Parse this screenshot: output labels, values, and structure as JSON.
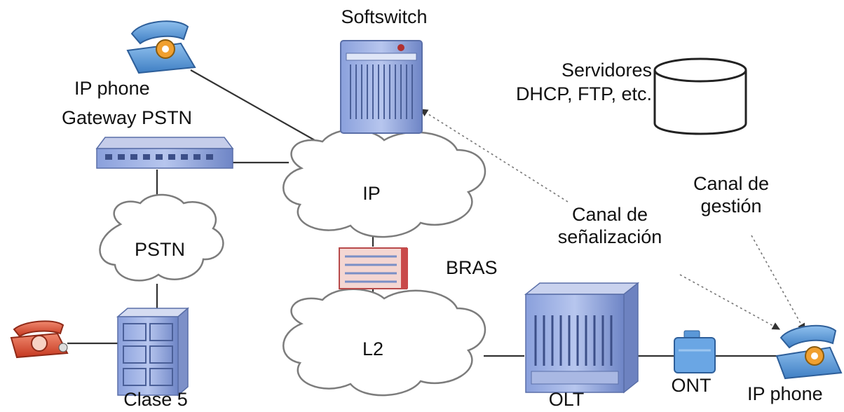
{
  "labels": {
    "softswitch": "Softswitch",
    "servers_line1": "Servidores",
    "servers_line2": "DHCP, FTP, etc.",
    "ip_phone_top": "IP phone",
    "gateway": "Gateway PSTN",
    "ip_cloud": "IP",
    "pstn_cloud": "PSTN",
    "bras": "BRAS",
    "l2_cloud": "L2",
    "clase5": "Clase 5",
    "olt": "OLT",
    "ont": "ONT",
    "ip_phone_bottom": "IP phone",
    "signaling_line1": "Canal de",
    "signaling_line2": "señalización",
    "mgmt_line1": "Canal de",
    "mgmt_line2": "gestión"
  },
  "colors": {
    "phone_blue": "#3f7fc4",
    "phone_red": "#d2452f",
    "equipment_blue": "#6f86c8",
    "bras_red": "#c94a4a",
    "cloud_stroke": "#7c7c7c",
    "link": "#333333",
    "dotted": "#777777"
  }
}
